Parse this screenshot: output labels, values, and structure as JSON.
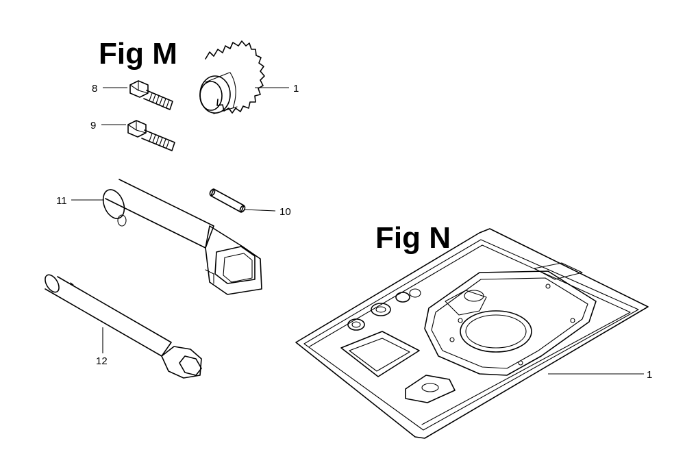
{
  "figures": [
    {
      "id": "fig-m",
      "title": "Fig M"
    },
    {
      "id": "fig-n",
      "title": "Fig N"
    }
  ],
  "callouts": {
    "gear": "1",
    "bolt_upper": "8",
    "bolt_lower": "9",
    "pin": "10",
    "box_wrench": "11",
    "handle": "12",
    "gasket_set": "1"
  }
}
